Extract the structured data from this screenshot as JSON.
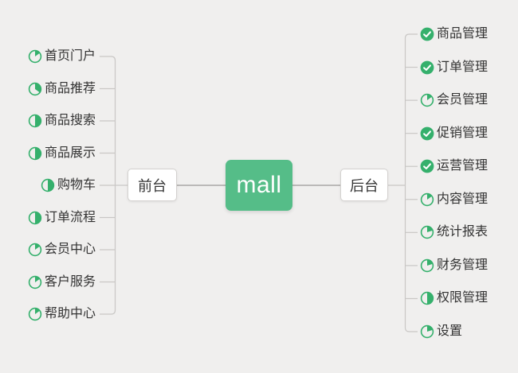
{
  "colors": {
    "background": "#f0efee",
    "accent_green": "#55bd88",
    "icon_green": "#35b06c",
    "branch_line": "#c9c7c5",
    "main_line": "#a9a7a5",
    "text": "#333333"
  },
  "root": {
    "label": "mall"
  },
  "branches": {
    "left": {
      "label": "前台",
      "items": [
        {
          "label": "首页门户",
          "icon": "pie",
          "progress": 0.15
        },
        {
          "label": "商品推荐",
          "icon": "pie",
          "progress": 0.35
        },
        {
          "label": "商品搜索",
          "icon": "pie",
          "progress": 0.5
        },
        {
          "label": "商品展示",
          "icon": "pie",
          "progress": 0.5
        },
        {
          "label": "购物车",
          "icon": "pie",
          "progress": 0.5
        },
        {
          "label": "订单流程",
          "icon": "pie",
          "progress": 0.5
        },
        {
          "label": "会员中心",
          "icon": "pie",
          "progress": 0.15
        },
        {
          "label": "客户服务",
          "icon": "pie",
          "progress": 0.15
        },
        {
          "label": "帮助中心",
          "icon": "pie",
          "progress": 0.15
        }
      ]
    },
    "right": {
      "label": "后台",
      "items": [
        {
          "label": "商品管理",
          "icon": "check",
          "progress": 1
        },
        {
          "label": "订单管理",
          "icon": "check",
          "progress": 1
        },
        {
          "label": "会员管理",
          "icon": "pie",
          "progress": 0.15
        },
        {
          "label": "促销管理",
          "icon": "check",
          "progress": 1
        },
        {
          "label": "运营管理",
          "icon": "check",
          "progress": 1
        },
        {
          "label": "内容管理",
          "icon": "pie",
          "progress": 0.15
        },
        {
          "label": "统计报表",
          "icon": "pie",
          "progress": 0.2
        },
        {
          "label": "财务管理",
          "icon": "pie",
          "progress": 0.2
        },
        {
          "label": "权限管理",
          "icon": "pie",
          "progress": 0.5
        },
        {
          "label": "设置",
          "icon": "pie",
          "progress": 0.2
        }
      ]
    }
  }
}
